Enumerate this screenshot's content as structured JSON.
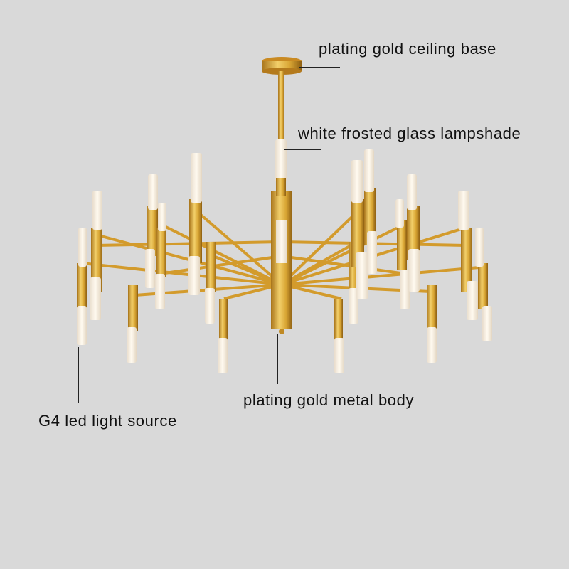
{
  "image": {
    "subject": "gold chandelier product diagram",
    "background_color": "#d9d9d9",
    "colors": {
      "gold": "#d9a634",
      "gold_dark": "#a8741a",
      "gold_light": "#f2cf6a",
      "glass": "#f7f1e6"
    }
  },
  "annotations": [
    {
      "id": "ceiling_base",
      "text": "plating gold ceiling base"
    },
    {
      "id": "lampshade",
      "text": "white frosted glass lampshade"
    },
    {
      "id": "metal_body",
      "text": "plating gold metal body"
    },
    {
      "id": "light_source",
      "text": "G4 led light source"
    }
  ]
}
